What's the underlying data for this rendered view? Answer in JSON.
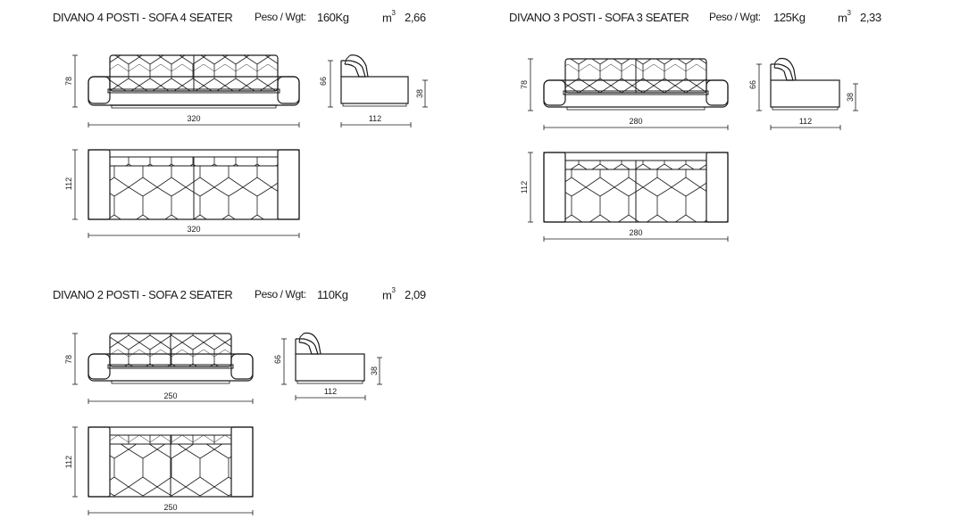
{
  "sofas": [
    {
      "title": "DIVANO 4 POSTI - SOFA 4 SEATER",
      "weight_label": "Peso / Wgt:",
      "weight": "160Kg",
      "volume_unit": "m",
      "volume_exp": "3",
      "volume": "2,66",
      "dims": {
        "height": "78",
        "width_front": "320",
        "depth": "112",
        "seat_height": "66",
        "armrest_height": "38",
        "width_top": "320",
        "side_depth": "112"
      }
    },
    {
      "title": "DIVANO 3 POSTI - SOFA 3 SEATER",
      "weight_label": "Peso / Wgt:",
      "weight": "125Kg",
      "volume_unit": "m",
      "volume_exp": "3",
      "volume": "2,33",
      "dims": {
        "height": "78",
        "width_front": "280",
        "depth": "112",
        "seat_height": "66",
        "armrest_height": "38",
        "width_top": "280",
        "side_depth": "112"
      }
    },
    {
      "title": "DIVANO 2 POSTI - SOFA 2 SEATER",
      "weight_label": "Peso / Wgt:",
      "weight": "110Kg",
      "volume_unit": "m",
      "volume_exp": "3",
      "volume": "2,09",
      "dims": {
        "height": "78",
        "width_front": "250",
        "depth": "112",
        "seat_height": "66",
        "armrest_height": "38",
        "width_top": "250",
        "side_depth": "112"
      }
    }
  ]
}
